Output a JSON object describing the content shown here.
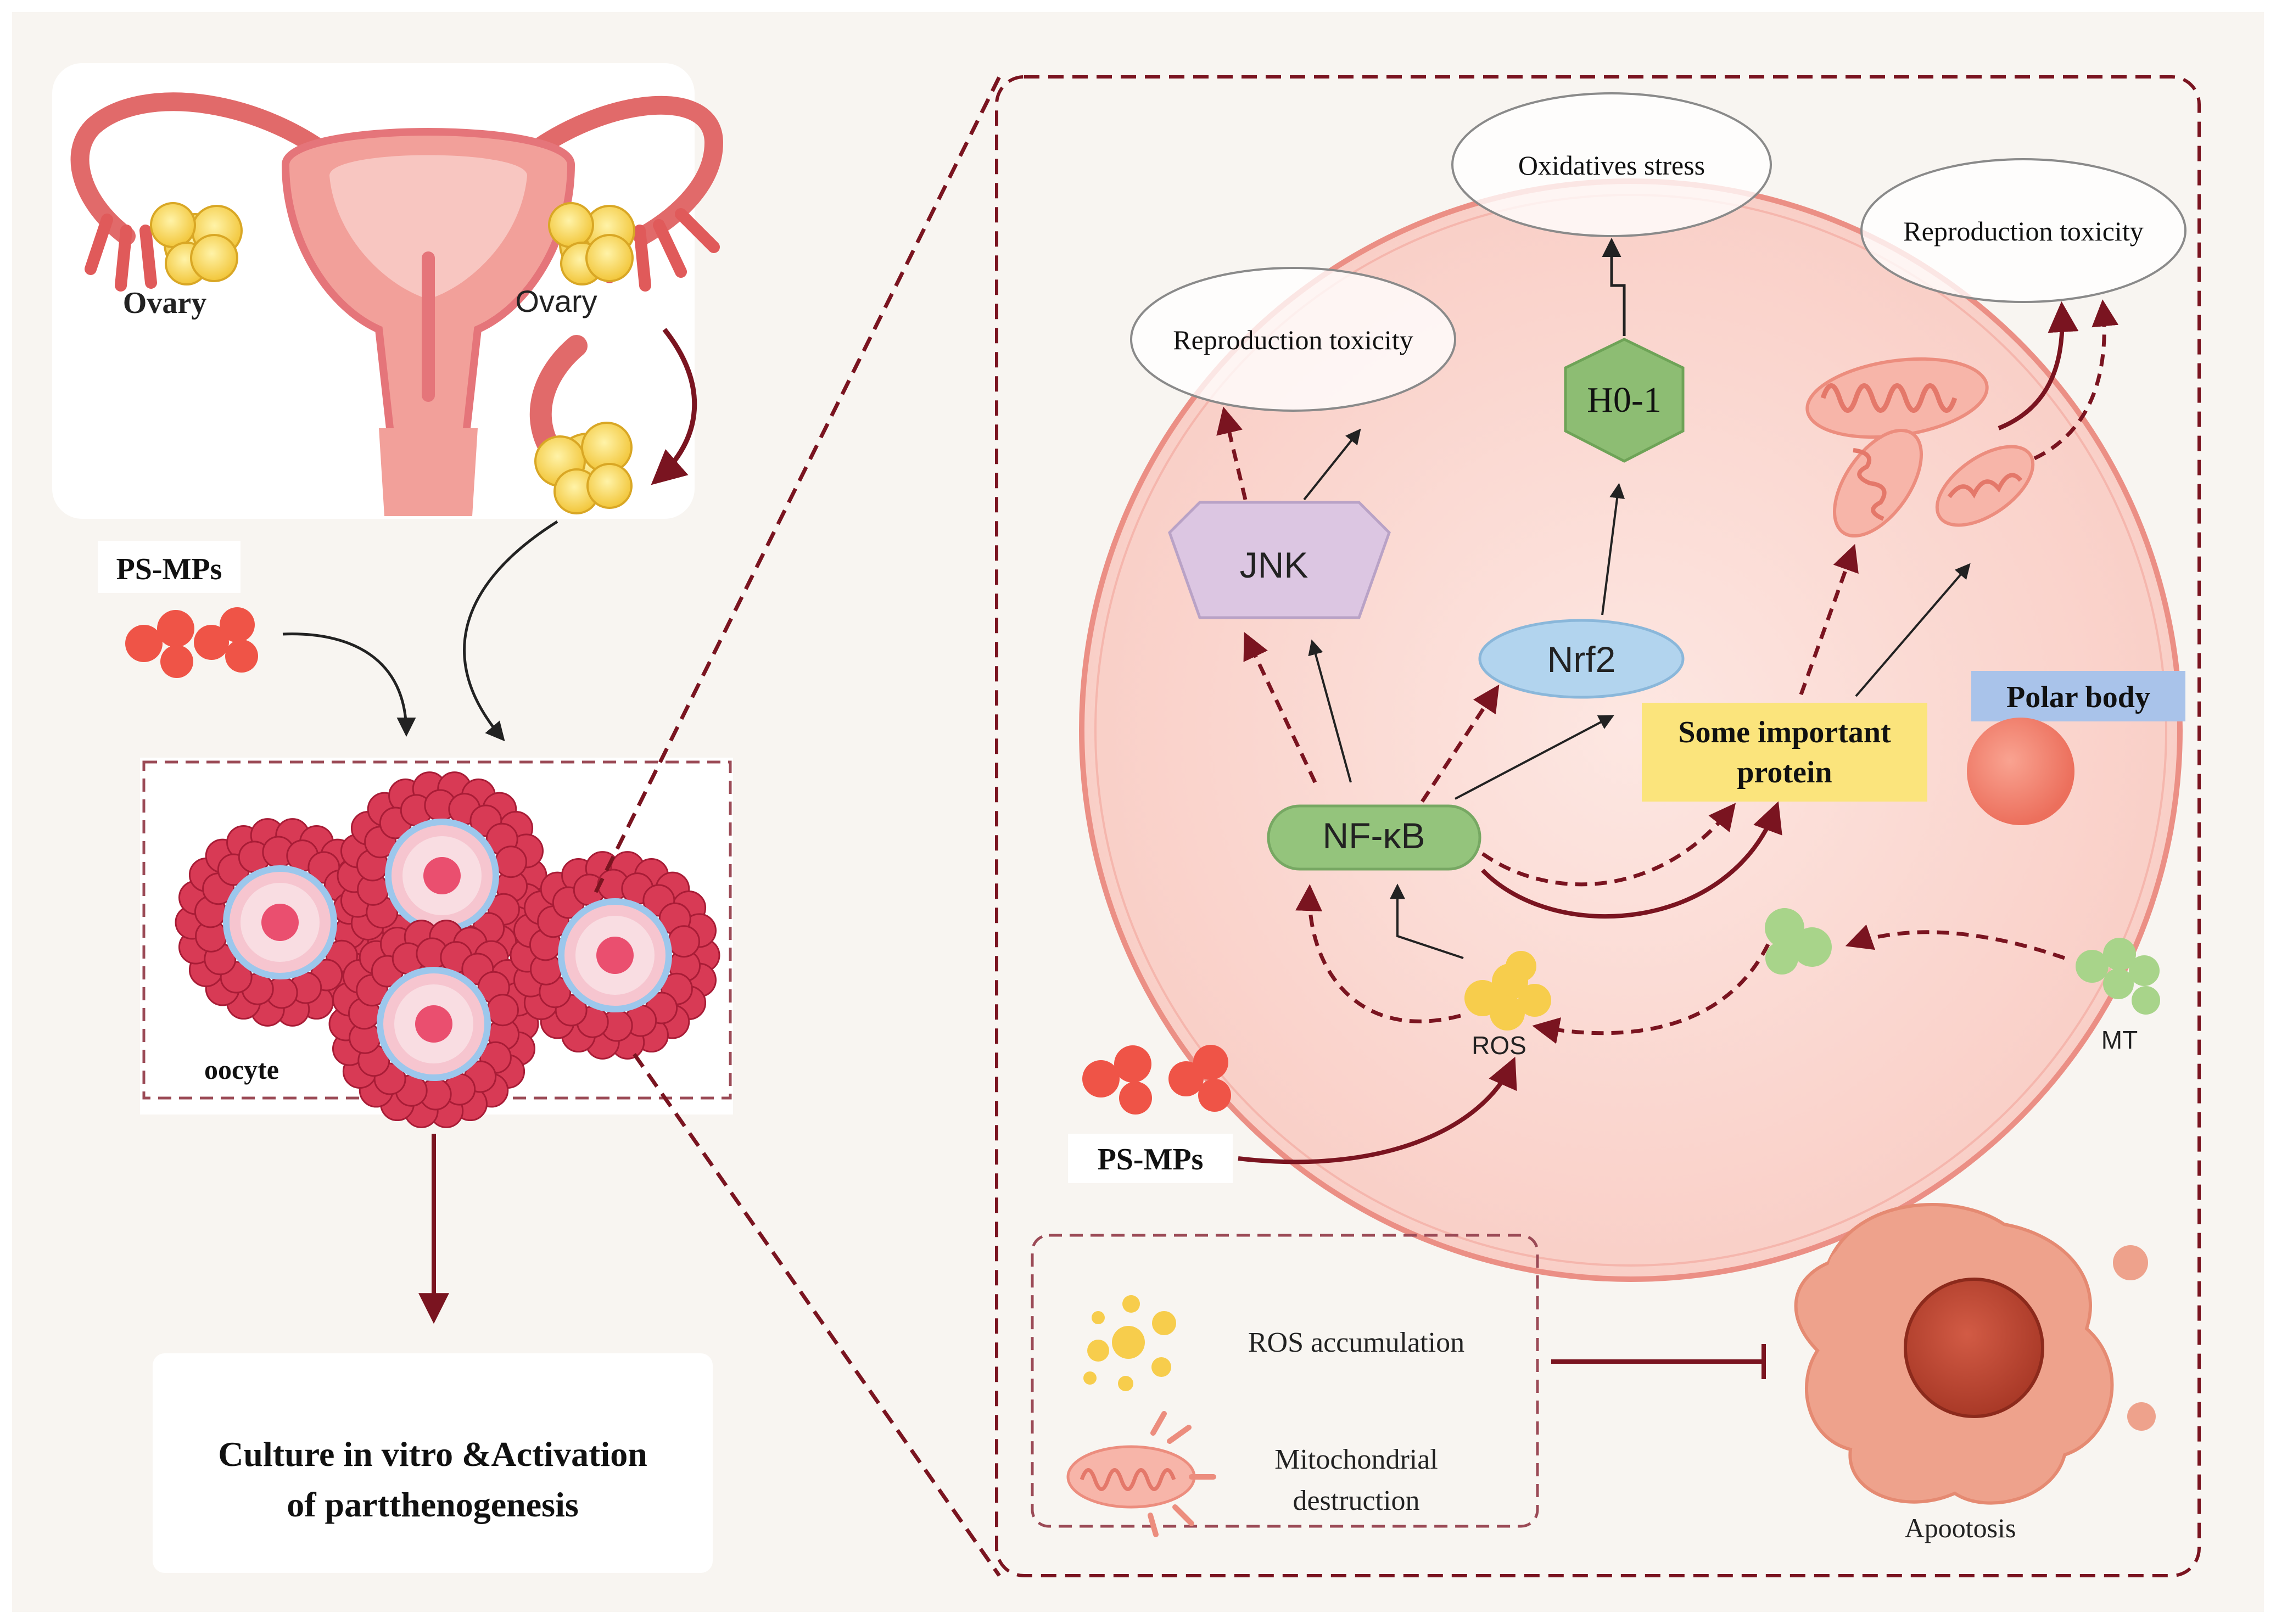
{
  "left_panel": {
    "ovary_left_label": "Ovary",
    "ovary_right_label": "Ovary",
    "psmps_label": "PS-MPs",
    "oocyte_label": "oocyte",
    "culture_line1": "Culture in vitro &Activation",
    "culture_line2": "of partthenogenesis"
  },
  "right_panel": {
    "oxidative_stress": "Oxidatives stress",
    "repro_toxicity_left": "Reproduction toxicity",
    "repro_toxicity_right": "Reproduction toxicity",
    "ho1": "H0-1",
    "jnk": "JNK",
    "nrf2": "Nrf2",
    "nfkb": "NF-κB",
    "protein_line1": "Some important",
    "protein_line2": "protein",
    "polar_body": "Polar body",
    "ros": "ROS",
    "mt": "MT",
    "psmps_label": "PS-MPs"
  },
  "legend": {
    "ros_accumulation": "ROS accumulation",
    "mito_line1": "Mitochondrial",
    "mito_line2": "destruction",
    "apoptosis": "Apootosis"
  },
  "colors": {
    "background": "#f8f5f1",
    "dark_red": "#7a1420",
    "cell_fill": "#fbdad3",
    "cell_stroke": "#eb8f85",
    "jnk_fill": "#dcc6e2",
    "nrf2_fill": "#b2d4ee",
    "nfkb_fill": "#94c47c",
    "ho1_fill": "#8dbd73",
    "protein_fill": "#fbe47c",
    "polar_label_fill": "#a9c3ea",
    "ros_yellow": "#f7cd4c",
    "mt_green": "#a8d48a",
    "psmps_red": "#ef5447"
  }
}
